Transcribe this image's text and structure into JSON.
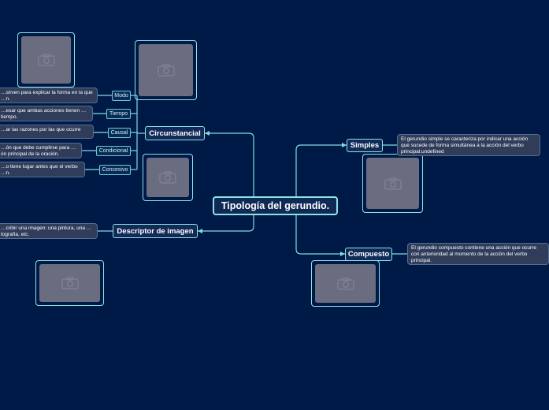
{
  "root": {
    "label": "Tipología del gerundio."
  },
  "branches": {
    "circunstancial": "Circunstancial",
    "descriptor": "Descriptor de imagen",
    "simples": "Simples",
    "compuesto": "Compuesto"
  },
  "subtypes": [
    "Modo",
    "Tiempo",
    "Causal",
    "Condicional",
    "Concesivo"
  ],
  "notes": {
    "modo": "…sirven para explicar la forma en la que …n.",
    "tiempo": "…esar que ambas acciones tienen …tiempo.",
    "causal": "…ar las razones por las que ocurre",
    "condicional": "…ón que debe cumplirse para …ón principal de la oración.",
    "concesivo": "…o tiene lugar antes que el verbo …n.",
    "descriptor": "…cribir una imagen: una pintura, una …tografía, etc.",
    "simples": "El gerundio simple se caracteriza por indicar una acción que sucede de forma simultánea a la acción del verbo principal.undefined",
    "compuesto": "El gerundio compuesto contiene una acción que ocurre con anterioridad al momento de la acción del verbo principal."
  },
  "icons": {
    "image_placeholder": "camera-icon"
  },
  "colors": {
    "background": "#001a47",
    "accent": "#8fe3e7",
    "note_bg": "#2f3c5a",
    "placeholder": "#6a6d80"
  }
}
